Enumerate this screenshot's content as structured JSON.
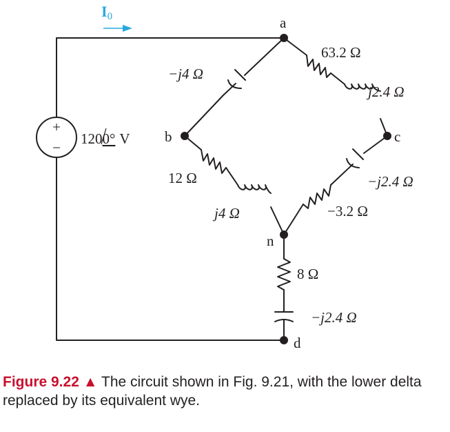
{
  "current": {
    "label": "I",
    "subscript": "0",
    "color": "#29a8e0"
  },
  "source": {
    "plus": "+",
    "minus": "−",
    "magnitude": "120",
    "angle": "0°",
    "unit": "V"
  },
  "nodes": {
    "a": "a",
    "b": "b",
    "c": "c",
    "n": "n",
    "d": "d"
  },
  "components": {
    "ab": "−j4 Ω",
    "ac_r": "63.2 Ω",
    "ac_l": "j2.4 Ω",
    "bn_r": "12 Ω",
    "bn_l": "j4 Ω",
    "cn_c": "−j2.4 Ω",
    "cn_r": "−3.2 Ω",
    "nd_r": "8 Ω",
    "nd_c": "−j2.4 Ω"
  },
  "caption": {
    "figure": "Figure 9.22",
    "marker": "▲",
    "text": "The circuit shown in Fig. 9.21, with the lower delta replaced by its equivalent wye."
  },
  "colors": {
    "ink": "#231f20",
    "figure_red": "#c8102e",
    "arrow_blue": "#29a8e0"
  }
}
